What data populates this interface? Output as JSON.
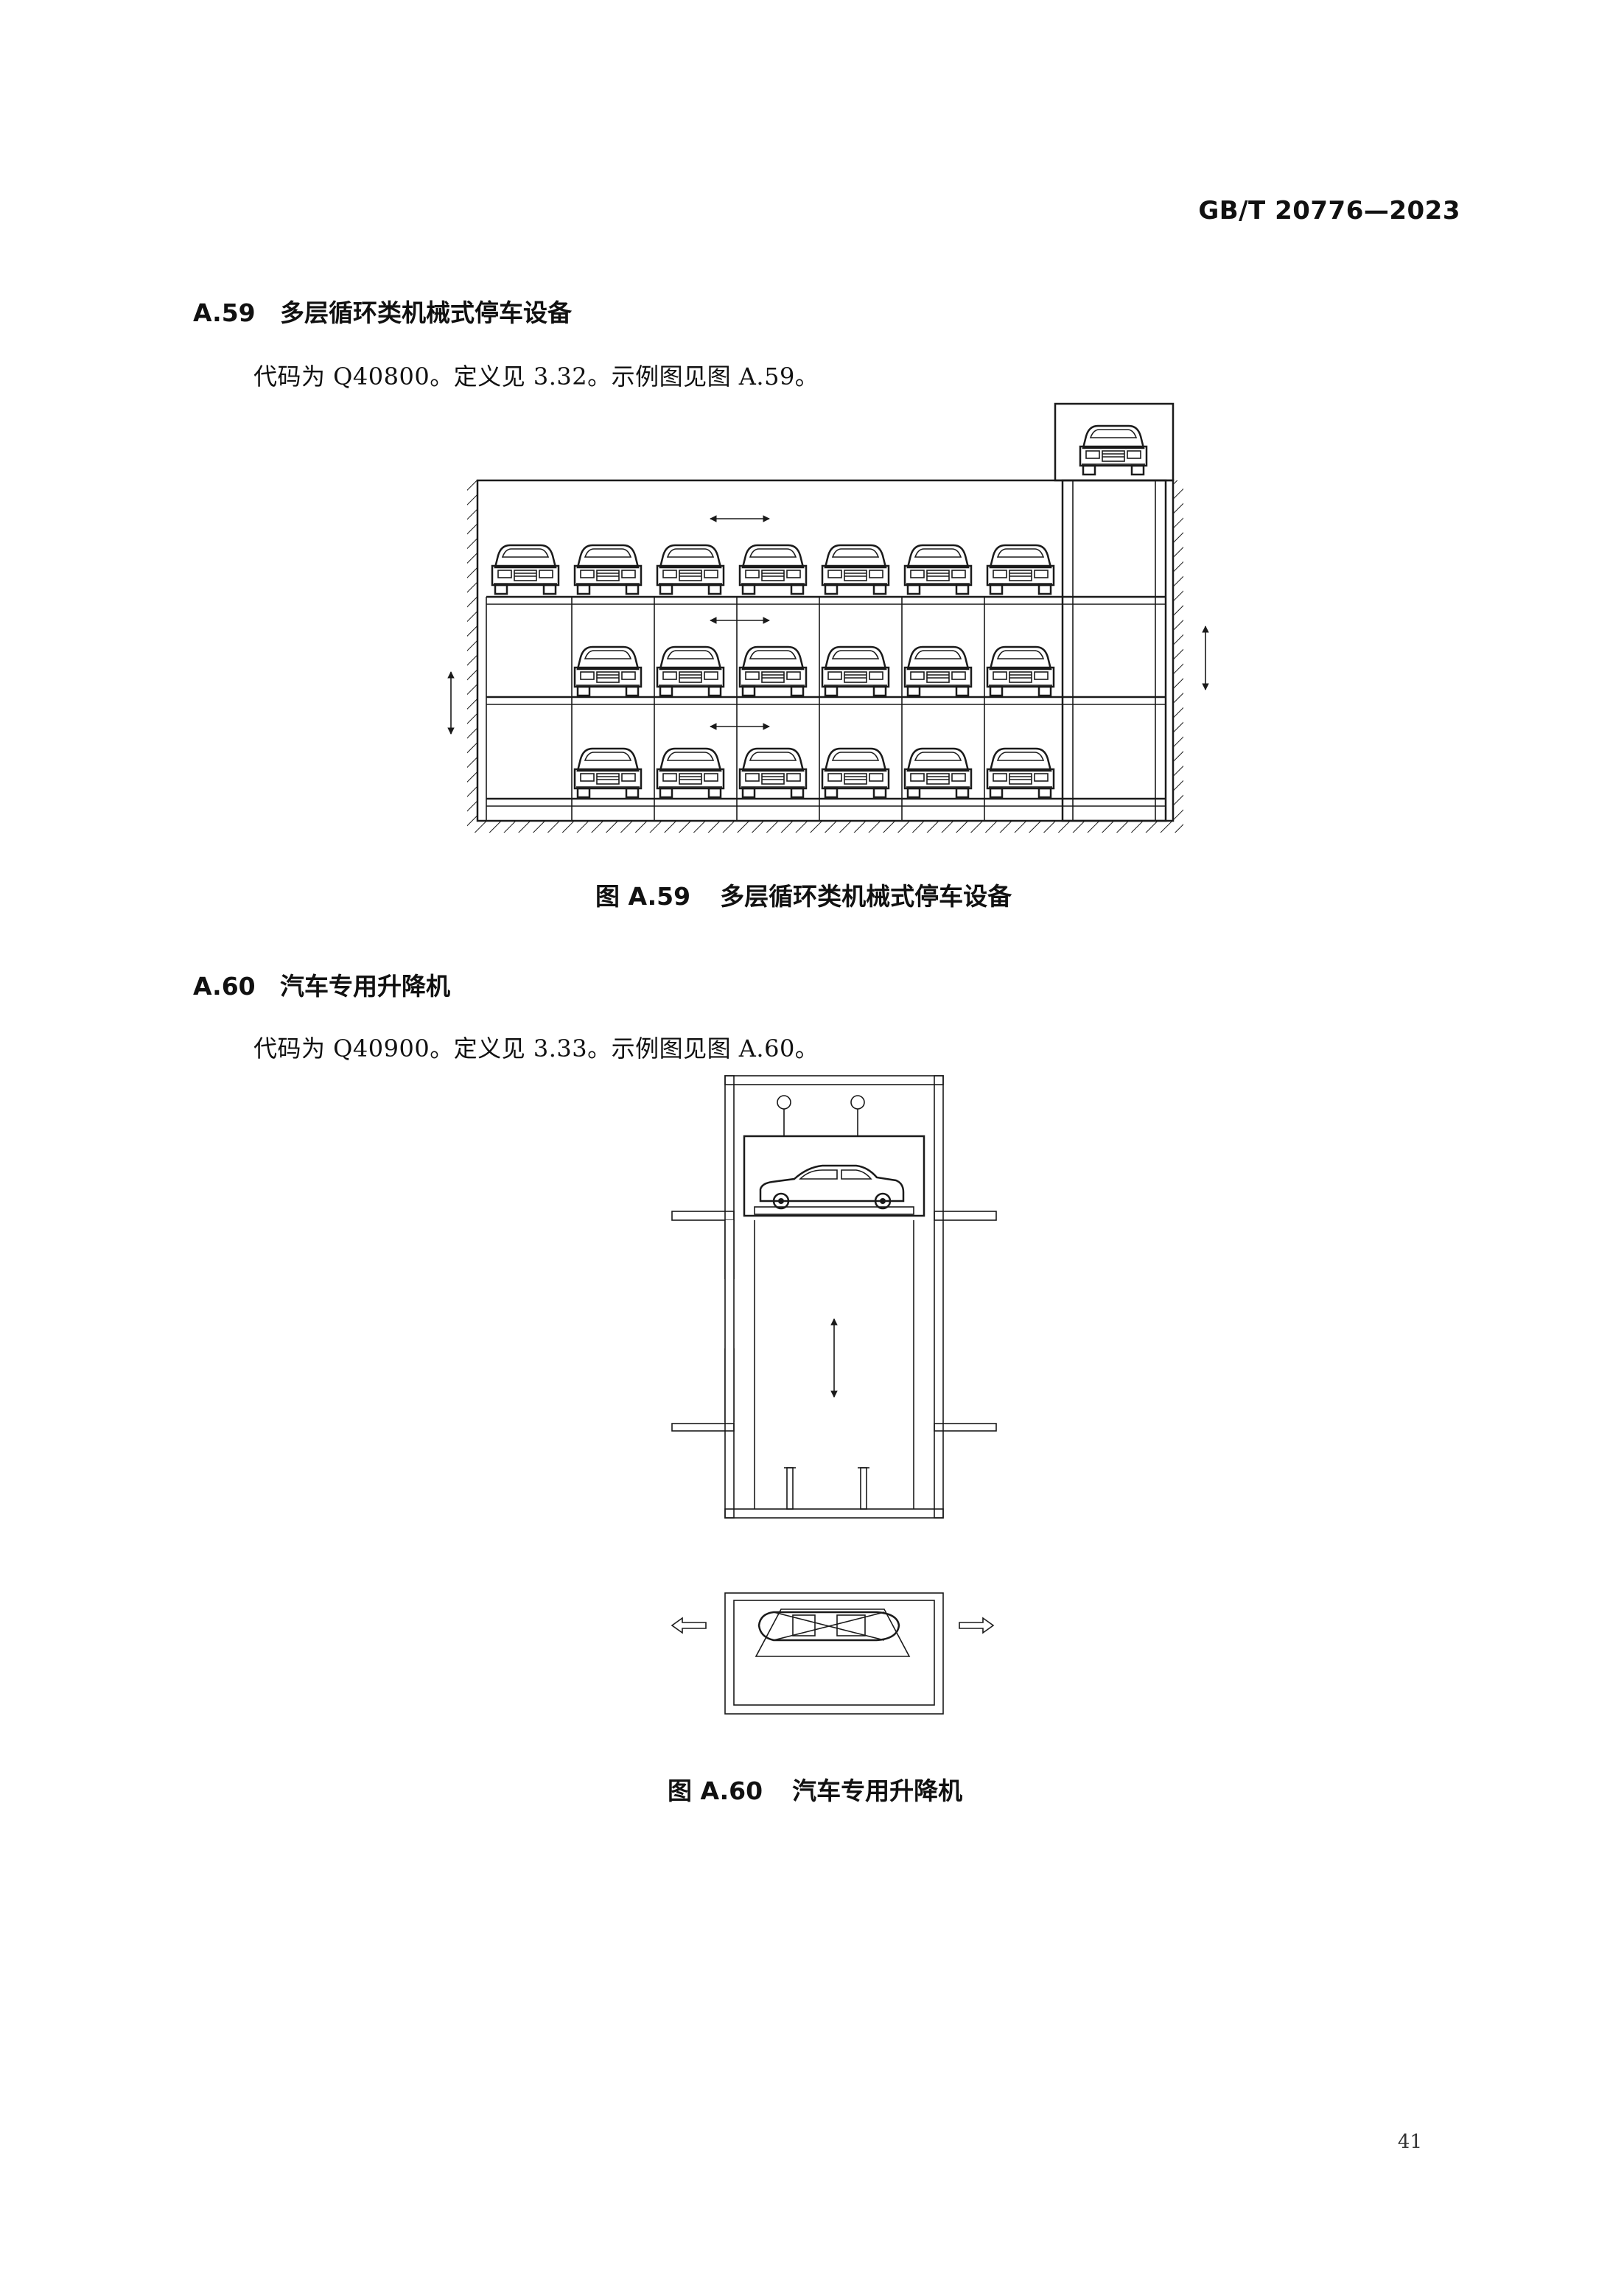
{
  "header": {
    "standard_code": "GB/T 20776—2023"
  },
  "sections": [
    {
      "number": "A.59",
      "title": "多层循环类机械式停车设备",
      "text": "代码为 Q40800。定义见 3.32。示例图见图 A.59。",
      "figure_label": "图 A.59",
      "figure_title": "多层循环类机械式停车设备"
    },
    {
      "number": "A.60",
      "title": "汽车专用升降机",
      "text": "代码为 Q40900。定义见 3.33。示例图见图 A.60。",
      "figure_label": "图 A.60",
      "figure_title": "汽车专用升降机"
    }
  ],
  "footer": {
    "page_number": "41"
  }
}
